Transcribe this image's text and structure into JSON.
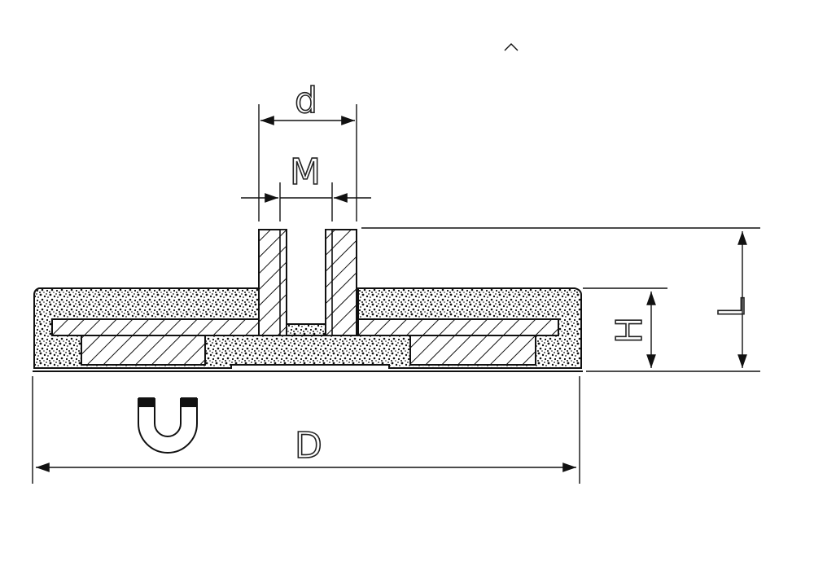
{
  "labels": {
    "d": "d",
    "M": "M",
    "L": "L",
    "H": "H",
    "D": "D"
  },
  "icons": {
    "magnet": "horseshoe-magnet-icon"
  },
  "colors": {
    "line": "#111111",
    "background": "#ffffff",
    "fill_texture": "#1a1a1a"
  }
}
